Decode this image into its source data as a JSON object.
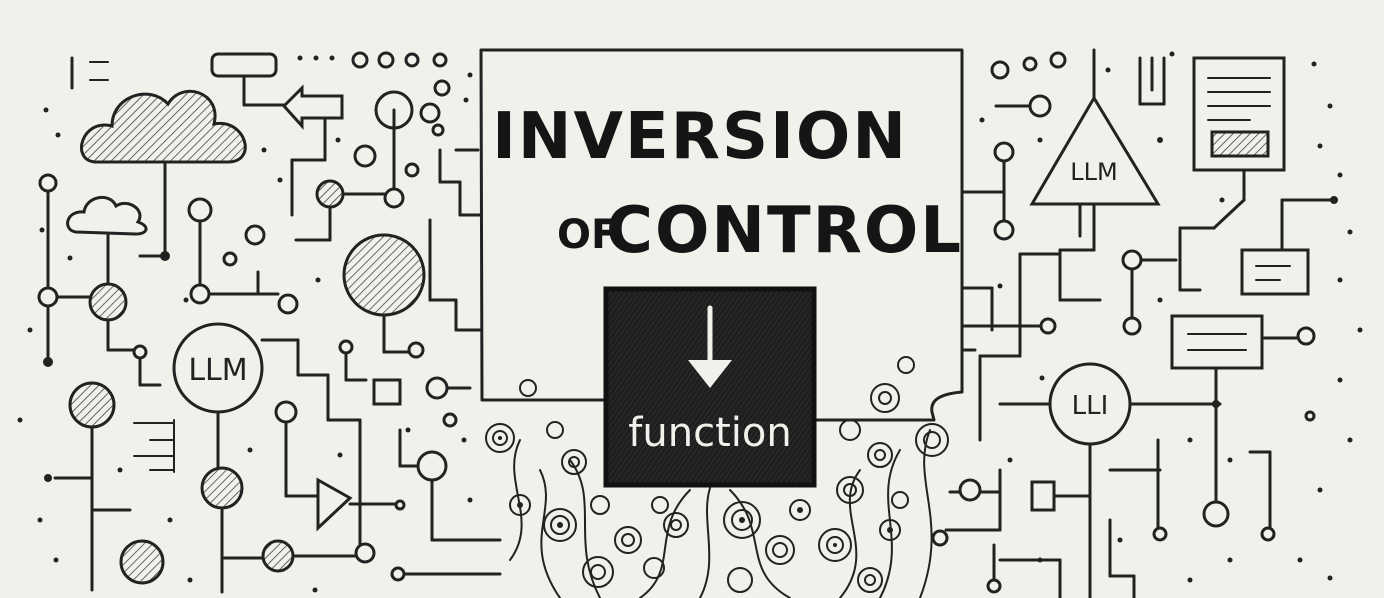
{
  "title": {
    "line1": "INVERSION",
    "line2_small": "OF",
    "line2_big": "CONTROL"
  },
  "function_box": {
    "label": "function",
    "icon": "down-arrow-icon"
  },
  "nodes": {
    "llm_left": "LLM",
    "llm_triangle": "LLM",
    "lli_right": "LLI"
  },
  "colors": {
    "paper": "#f2f0ea",
    "ink": "#222222",
    "function_fill": "#1e1e1e",
    "function_text": "#f2f0ea"
  },
  "icons": [
    "cloud-icon",
    "small-cloud-icon",
    "left-arrow-icon",
    "amplifier-triangle-icon",
    "document-icon",
    "down-arrow-icon",
    "swirl-icon"
  ]
}
